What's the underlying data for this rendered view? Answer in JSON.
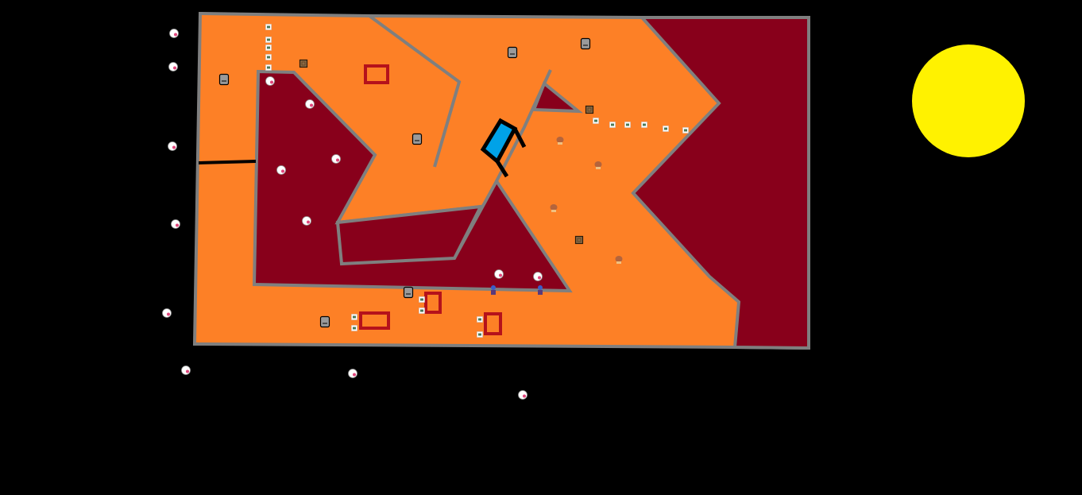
{
  "colors": {
    "background": "#000000",
    "floor": "#fd8026",
    "pit": "#88001b",
    "wall": "#7f7f7f",
    "water": "#00a2e8",
    "sun": "#fff200",
    "box": "#b5121b"
  },
  "entity_types": [
    "boo",
    "thwomp",
    "item-block",
    "used-block",
    "goomba",
    "player"
  ]
}
